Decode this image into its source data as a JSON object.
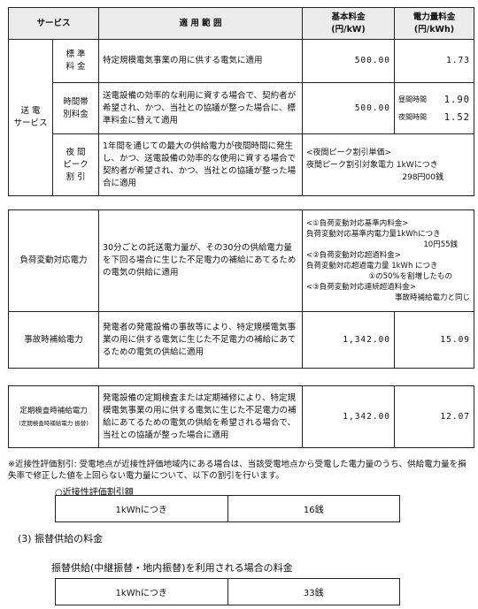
{
  "header": {
    "service": "サービス",
    "scope": "適 用 範 囲",
    "basic_fee": "基本料金",
    "basic_unit": "(円/kW)",
    "energy_fee": "電力量料金",
    "energy_unit": "(円/kWh)"
  },
  "transmission": {
    "group_label": [
      "送 電",
      "サービス"
    ],
    "standard": {
      "label": [
        "標 準",
        "料 金"
      ],
      "scope": "特定規模電気事業の用に供する電気に適用",
      "basic": "500.00",
      "energy": "1.73"
    },
    "tou": {
      "label": [
        "時間帯",
        "別料金"
      ],
      "scope": "送電設備の効率的な利用に資する場合で、契約者が希望され、かつ、当社との協議が整った場合に、標準料金に替えて適用",
      "basic": "500.00",
      "day_label": "昼間時間",
      "day_value": "1.90",
      "night_label": "夜間時間",
      "night_value": "1.52"
    },
    "night_peak": {
      "label": [
        "夜 間",
        "ピーク",
        "割 引"
      ],
      "scope": "1年間を通じての最大の供給電力が夜間時間に発生し、かつ、送電設備の効率的な使用に資する場合で契約者が希望され、かつ、当社との協議が整った場合に適用",
      "price_lines": [
        "<夜間ピーク割引単価>",
        "夜間ピーク割引対象電力 1kWにつき",
        "298円00銭"
      ]
    }
  },
  "load": {
    "label": "負荷変動対応電力",
    "scope": "30分ごとの託送電力量が、その30分の供給電力量を下回る場合に生じた不足電力の補給にあてるための電気の供給に適用",
    "price_lines": [
      "<①負荷変動対応基準内料金>",
      "負荷変動対応基準内電力量1kWhにつき",
      "10円55銭",
      "<②負荷変動対応超過料金>",
      "負荷変動対応超過電力量 1kWh につき",
      "①の50%を割増したもの",
      "<③負荷変動対応連続超過料金>",
      "事故時補給電力と同じ"
    ]
  },
  "accident": {
    "label": "事故時補給電力",
    "scope": "発電者の発電設備の事故等により、特定規模電気事業の用に供する電気に生じた不足電力の補給にあてるための電気の供給に適用",
    "basic": "1,342.00",
    "energy": "15.09"
  },
  "inspection": {
    "label": "定期検査時補給電力",
    "label_sub": "(定期検査時補給電力 振替)",
    "scope": "発電設備の定期検査または定期補修により、特定規模電気事業の用に供する電気に生じた不足電力の補給にあてるための電気の供給を希望される場合で、当社との協議が整った場合に適用",
    "basic": "1,342.00",
    "energy": "12.07"
  },
  "footnote": "※近接性評価割引: 受電地点が近接性評価地域内にある場合は、当該受電地点から受電した電力量のうち、供給電力量を損失率で修正した値を上回らない電力量について、以下の割引を行います。",
  "discount": {
    "title": "○近接性評価割引額",
    "unit": "1kWhにつき",
    "value": "16銭"
  },
  "section3": {
    "heading": "(3) 振替供給の料金",
    "sub": "振替供給(中継振替・地内振替)を利用される場合の料金",
    "unit": "1kWhにつき",
    "value": "33銭"
  }
}
